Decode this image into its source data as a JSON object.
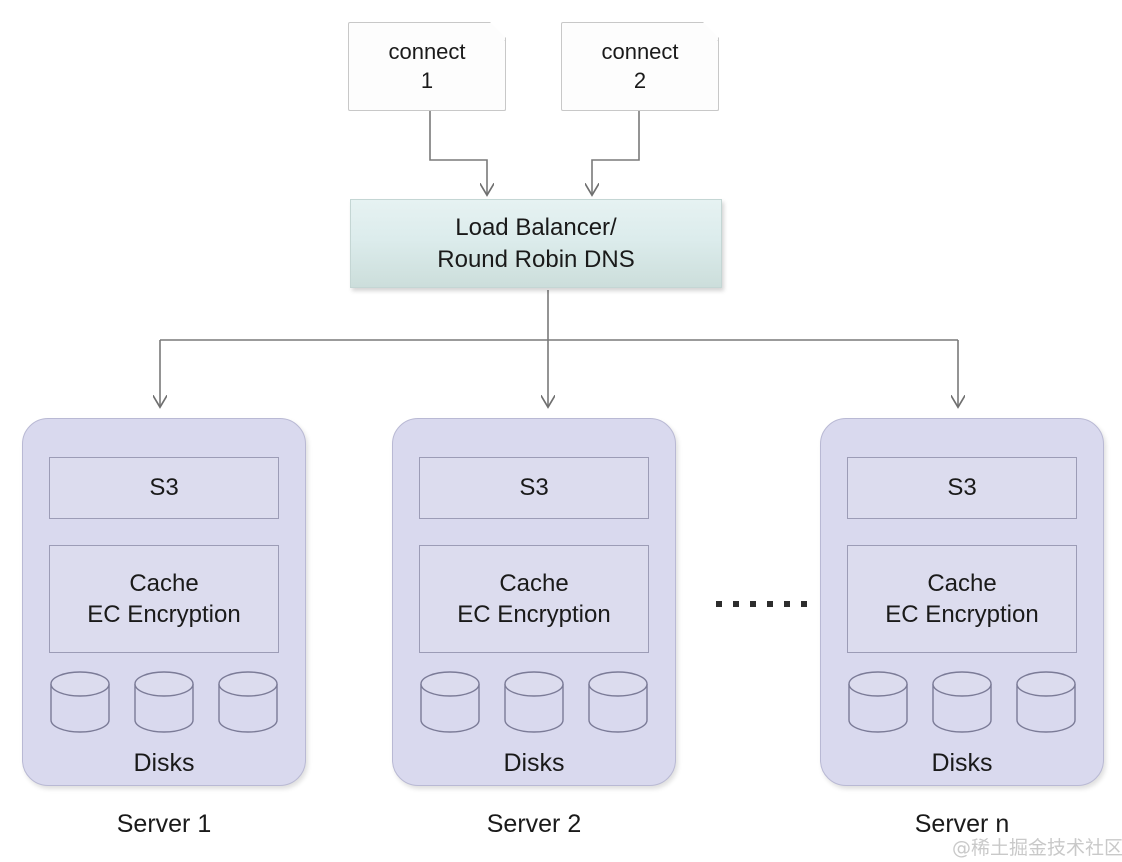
{
  "diagram": {
    "title": "Distributed object storage cluster behind a load balancer",
    "background_color": "#ffffff",
    "colors": {
      "note_fill": "#fdfdfd",
      "note_border": "#c8c8c8",
      "balancer_fill_top": "#e6f2f2",
      "balancer_fill_bottom": "#ccdedb",
      "balancer_border": "#c4d6d4",
      "server_fill": "#d9d9ee",
      "server_border": "#b9b9d4",
      "inner_box_fill": "#dcdcee",
      "inner_box_border": "#9c9cb6",
      "connector": "#808080",
      "text": "#1a1a1a",
      "watermark": "#c9c9c9"
    }
  },
  "clients": [
    {
      "name": "connect-1",
      "line1": "connect",
      "line2": "1"
    },
    {
      "name": "connect-2",
      "line1": "connect",
      "line2": "2"
    }
  ],
  "load_balancer": {
    "line1": "Load Balancer/",
    "line2": "Round Robin DNS"
  },
  "servers": [
    {
      "caption": "Server 1",
      "s3_label": "S3",
      "cache_line1": "Cache",
      "cache_line2": "EC Encryption",
      "disks_label": "Disks",
      "disk_count": 3
    },
    {
      "caption": "Server 2",
      "s3_label": "S3",
      "cache_line1": "Cache",
      "cache_line2": "EC Encryption",
      "disks_label": "Disks",
      "disk_count": 3
    },
    {
      "caption": "Server n",
      "s3_label": "S3",
      "cache_line1": "Cache",
      "cache_line2": "EC Encryption",
      "disks_label": "Disks",
      "disk_count": 3
    }
  ],
  "ellipsis": {
    "glyph": "......",
    "dot_count": 6
  },
  "watermark": {
    "text": "@稀土掘金技术社区"
  }
}
